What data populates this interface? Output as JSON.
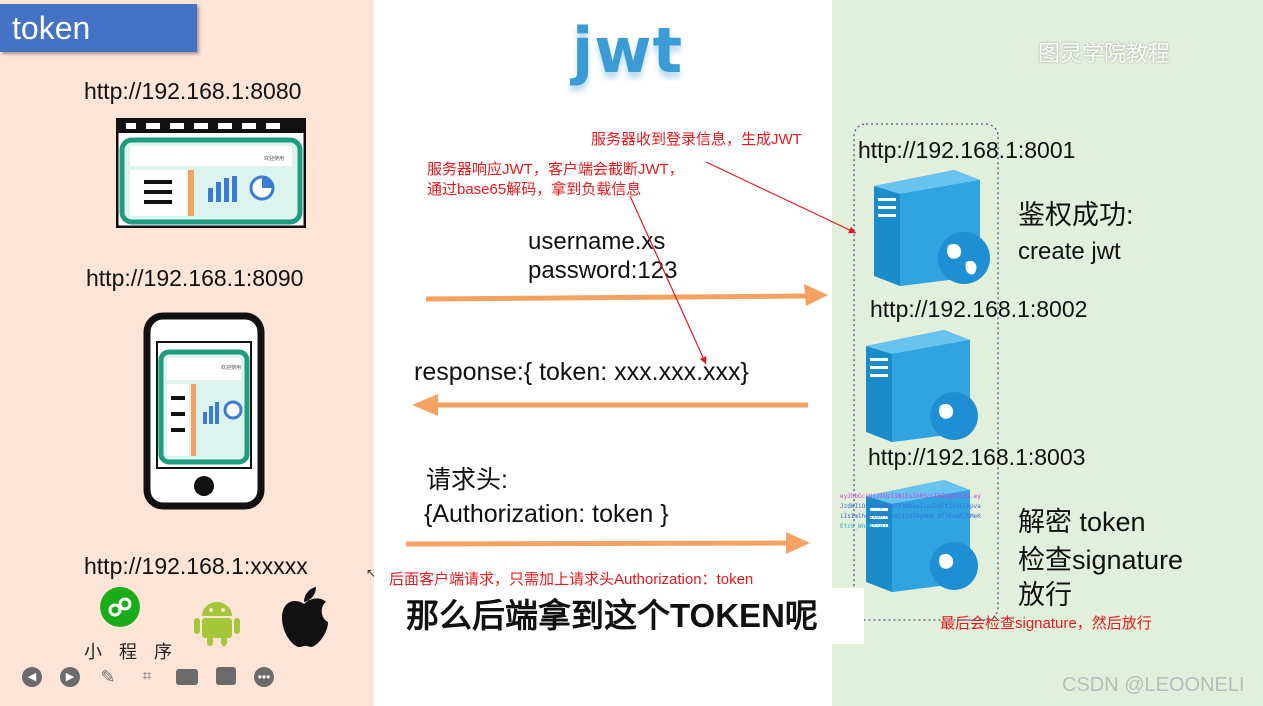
{
  "header": {
    "token_label": "token",
    "logo": "jwt",
    "watermark": "图灵学院教程"
  },
  "clients": {
    "web_url": "http://192.168.1:8080",
    "mobile_url": "http://192.168.1:8090",
    "other_url": "http://192.168.1:xxxxx",
    "mini_program_label": "小 程 序",
    "screen_caption": "欢迎使用"
  },
  "annotations": {
    "server_receive": "服务器收到登录信息，生成JWT",
    "server_respond_1": "服务器响应JWT，客户端会截断JWT，",
    "server_respond_2": "通过base65解码，拿到负载信息",
    "later_request": "后面客户端请求，只需加上请求头Authorization：token",
    "final_check": "最后会检查signature，然后放行"
  },
  "messages": {
    "username": "username.xs",
    "password": "password:123",
    "response": "response:{ token: xxx.xxx.xxx}",
    "header_title": "请求头:",
    "header_value": "{Authorization: token }"
  },
  "servers": {
    "s1_url": "http://192.168.1:8001",
    "s2_url": "http://192.168.1:8002",
    "s3_url": "http://192.168.1:8003",
    "auth_success": "鉴权成功:",
    "create_jwt": "create jwt",
    "decrypt": "解密 token",
    "check_sig": "检查signature",
    "release": "放行",
    "jwt_snippet": [
      "eyJhbGciOiJIUzI1NiIsInR5cCI6IkpXVCJ9.ey",
      "JzdWIiOiIxMjM0NTY3ODkwIiwibmFtZSI6Ikpva",
      "iIsImlhdCI6MTUxNjIzOTAyMn0.SflKxwRJSMeK",
      "Etc8_WnB4t5e1Y"
    ]
  },
  "subtitle": "那么后端拿到这个TOKEN呢",
  "footer": {
    "credit": "CSDN @LEOONELI"
  },
  "colors": {
    "left_bg": "#fce4d6",
    "right_bg": "#e2efda",
    "arrow": "#f4a261",
    "annotation": "#e8191a",
    "server": "#2f9fd8"
  },
  "toolbar": {
    "icons": [
      "prev-icon",
      "play-icon",
      "pen-icon",
      "crop-icon",
      "camera-icon",
      "caption-icon",
      "more-icon"
    ]
  }
}
